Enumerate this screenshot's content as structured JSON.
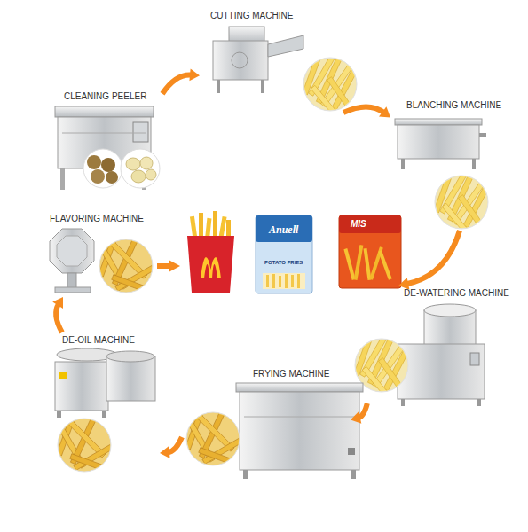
{
  "diagram": {
    "nodes": [
      {
        "text": [
          "CLEANING PEELER"
        ]
      },
      {
        "text": [
          "CUTTING MACHINE"
        ]
      },
      {
        "text": [
          "BLANCHING MACHINE"
        ]
      },
      {
        "text": [
          "DE-WATERING MACHINE"
        ]
      },
      {
        "text": [
          "FRYING MACHINE"
        ]
      },
      {
        "text": [
          "DE-OIL MACHINE"
        ]
      },
      {
        "text": [
          "FLAVORING MACHINE"
        ]
      }
    ],
    "edges": [
      {
        "from": 0,
        "to": 1,
        "arrow": "to"
      },
      {
        "from": 1,
        "to": 2,
        "arrow": "to"
      },
      {
        "from": 2,
        "to": 3,
        "arrow": "to"
      },
      {
        "from": 3,
        "to": 4,
        "arrow": "to"
      },
      {
        "from": 4,
        "to": 5,
        "arrow": "to"
      },
      {
        "from": 5,
        "to": 6,
        "arrow": "to"
      }
    ],
    "labels": [
      "Anuell",
      "POTATO FRIES",
      "MIS"
    ]
  }
}
